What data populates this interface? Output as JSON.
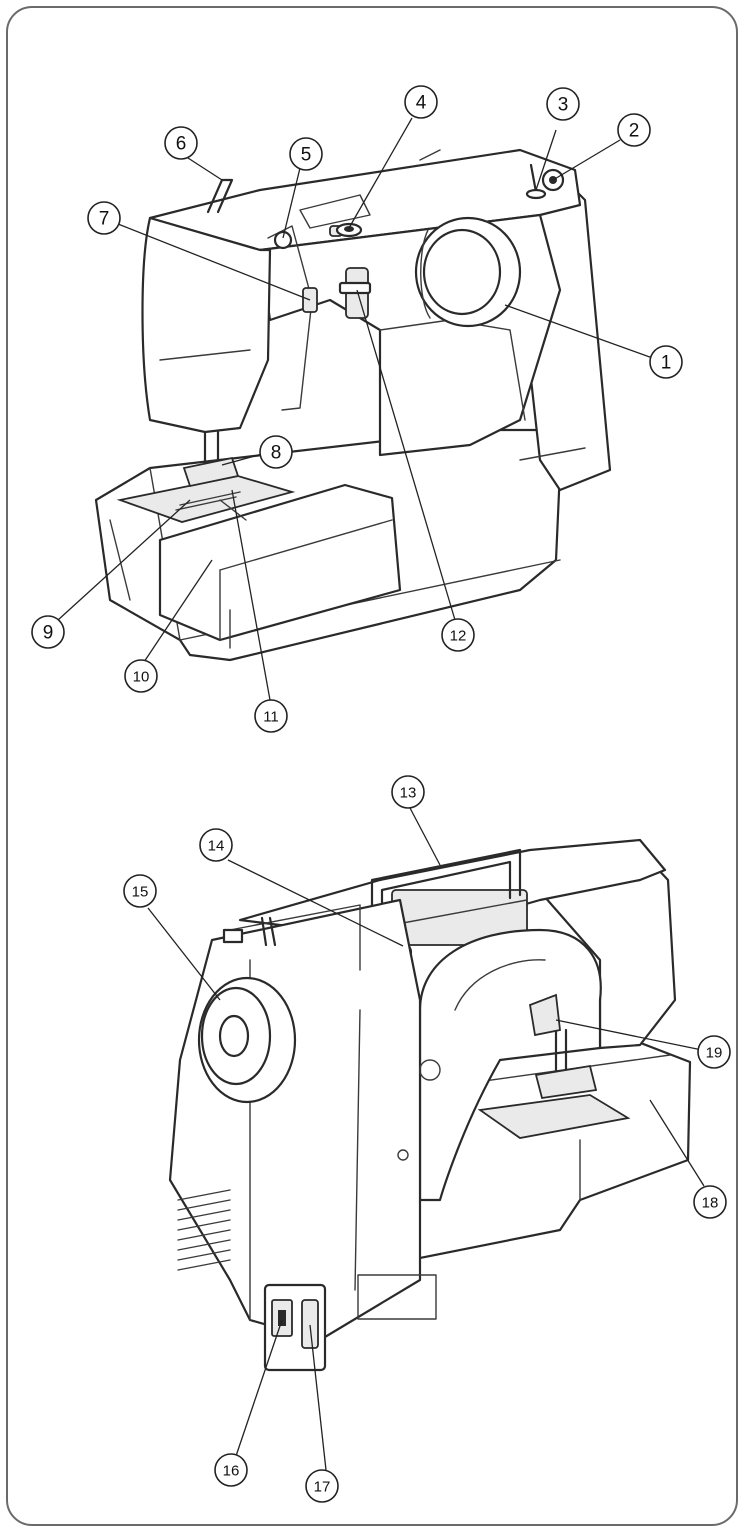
{
  "callouts": {
    "c1": "1",
    "c2": "2",
    "c3": "3",
    "c4": "4",
    "c5": "5",
    "c6": "6",
    "c7": "7",
    "c8": "8",
    "c9": "9",
    "c10": "10",
    "c11": "11",
    "c12": "12",
    "c13": "13",
    "c14": "14",
    "c15": "15",
    "c16": "16",
    "c17": "17",
    "c18": "18",
    "c19": "19"
  },
  "colors": {
    "line": "#2a2a2a",
    "frame": "#6a6a6a",
    "fill": "#ffffff",
    "shade": "#eaeaea"
  }
}
